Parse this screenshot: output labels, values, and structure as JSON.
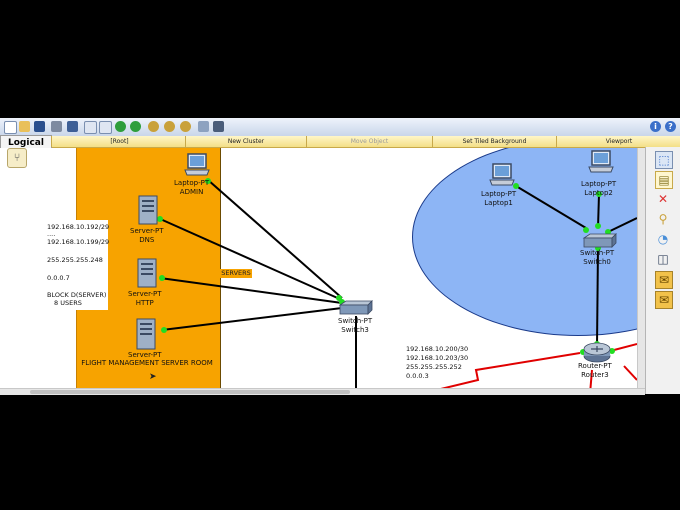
{
  "tabs": {
    "logical": "Logical",
    "root": "[Root]",
    "new_cluster": "New Cluster",
    "move_object": "Move Object",
    "set_tiled_background": "Set Tiled Background",
    "viewport": "Viewport"
  },
  "devices": {
    "laptop_admin": {
      "type": "Laptop-PT",
      "name": "ADMIN"
    },
    "server_dns": {
      "type": "Server-PT",
      "name": "DNS"
    },
    "server_http": {
      "type": "Server-PT",
      "name": "HTTP"
    },
    "server_3": {
      "type": "Server-PT"
    },
    "switch3": {
      "type": "Switch-PT",
      "name": "Switch3"
    },
    "laptop1": {
      "type": "Laptop-PT",
      "name": "Laptop1"
    },
    "laptop2": {
      "type": "Laptop-PT",
      "name": "Laptop2"
    },
    "switch0": {
      "type": "Switch-PT",
      "name": "Switch0"
    },
    "router3": {
      "type": "Router-PT",
      "name": "Router3"
    }
  },
  "room_label": "FLIGHT MANAGEMENT SERVER ROOM",
  "servers_tag": "SERVERS",
  "server_note": {
    "line1": "192.168.10.192/29",
    "line2": "....",
    "line3": "192.168.10.199/29",
    "line4": "255.255.255.248",
    "line5": "0.0.0.7",
    "line6": "BLOCK D(SERVER)",
    "line7": "8 USERS"
  },
  "router_note": {
    "line1": "192.168.10.200/30",
    "line2": "192.168.10.203/30",
    "line3": "255.255.255.252",
    "line4": "0.0.0.3"
  },
  "colors": {
    "room": "#f7a300",
    "cloud": "#8db5f5",
    "link": "#000000",
    "serial_link": "#e00000",
    "port_up": "#22dd22"
  }
}
